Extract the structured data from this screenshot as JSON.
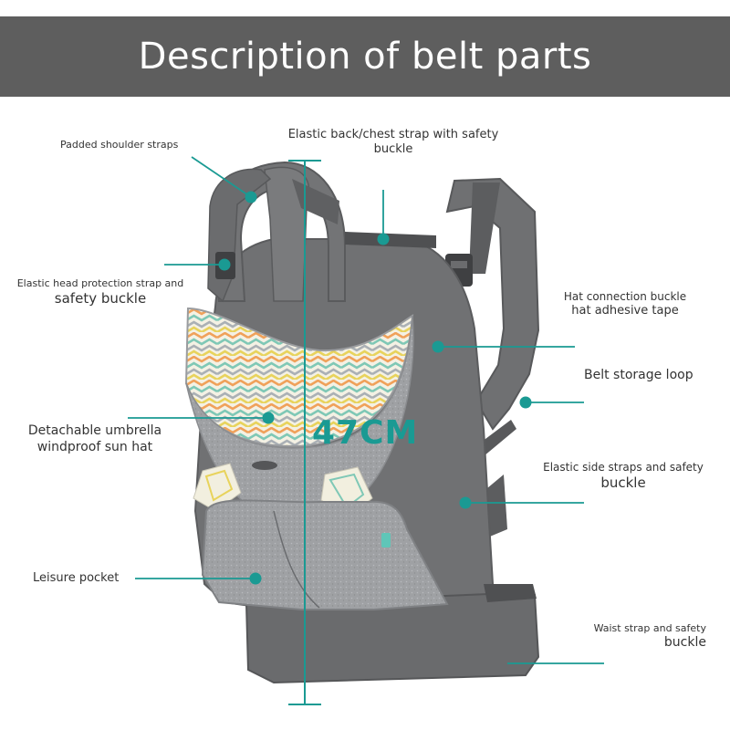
{
  "title": "Description of belt parts",
  "measurement": "47CM",
  "colors": {
    "title_bar": "#5e5e5e",
    "accent": "#1a9a93",
    "carrier_gray": "#6b6c6e"
  },
  "labels": {
    "shoulder_straps": {
      "line1": "Padded shoulder straps"
    },
    "back_chest_strap": {
      "line1": "Elastic back/chest strap with safety",
      "line2": "buckle"
    },
    "head_strap": {
      "line1": "Elastic head protection strap and",
      "line2": "safety buckle"
    },
    "hat_buckle": {
      "line1": "Hat connection buckle",
      "line2": "hat adhesive tape"
    },
    "storage_loop": {
      "line1": "Belt storage loop"
    },
    "umbrella_hat": {
      "line1": "Detachable umbrella",
      "line2": "windproof sun hat"
    },
    "side_straps": {
      "line1": "Elastic side straps and safety",
      "line2": "buckle"
    },
    "leisure_pocket": {
      "line1": "Leisure pocket"
    },
    "waist_strap": {
      "line1": "Waist strap and safety",
      "line2": "buckle"
    }
  }
}
